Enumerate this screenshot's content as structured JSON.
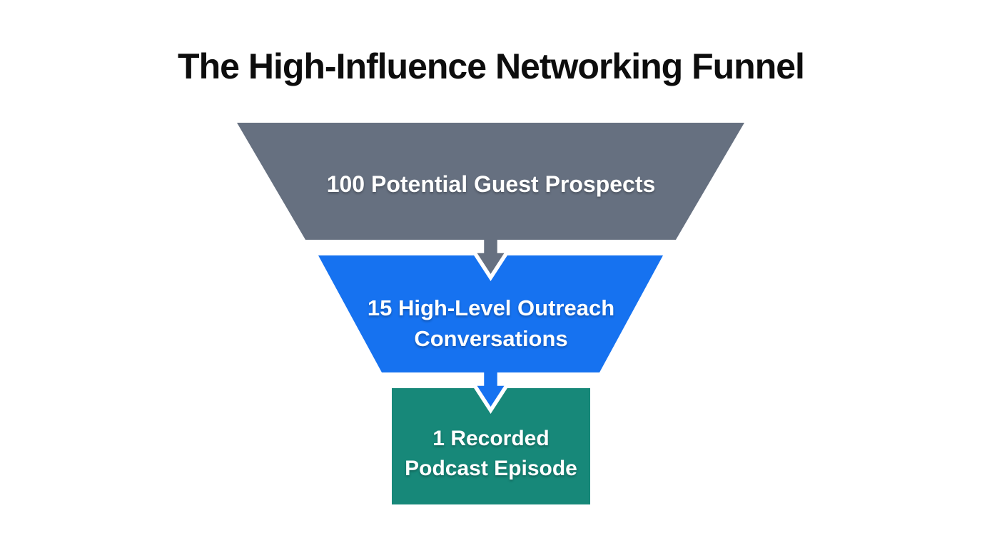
{
  "title": "The High-Influence Networking Funnel",
  "title_color": "#0D0D0D",
  "background_color": "#FFFFFF",
  "funnel": {
    "text_color": "#FFFFFF",
    "stages": [
      {
        "value": 100,
        "line1": "100 Potential Guest Prospects",
        "line2": "",
        "color": "#667080",
        "shape": "trapezoid"
      },
      {
        "value": 15,
        "line1": "15 High-Level Outreach",
        "line2": "Conversations",
        "color": "#1672F0",
        "shape": "trapezoid"
      },
      {
        "value": 1,
        "line1": "1 Recorded",
        "line2": "Podcast Episode",
        "color": "#178879",
        "shape": "rectangle"
      }
    ],
    "arrow_outline_color": "#FFFFFF"
  }
}
